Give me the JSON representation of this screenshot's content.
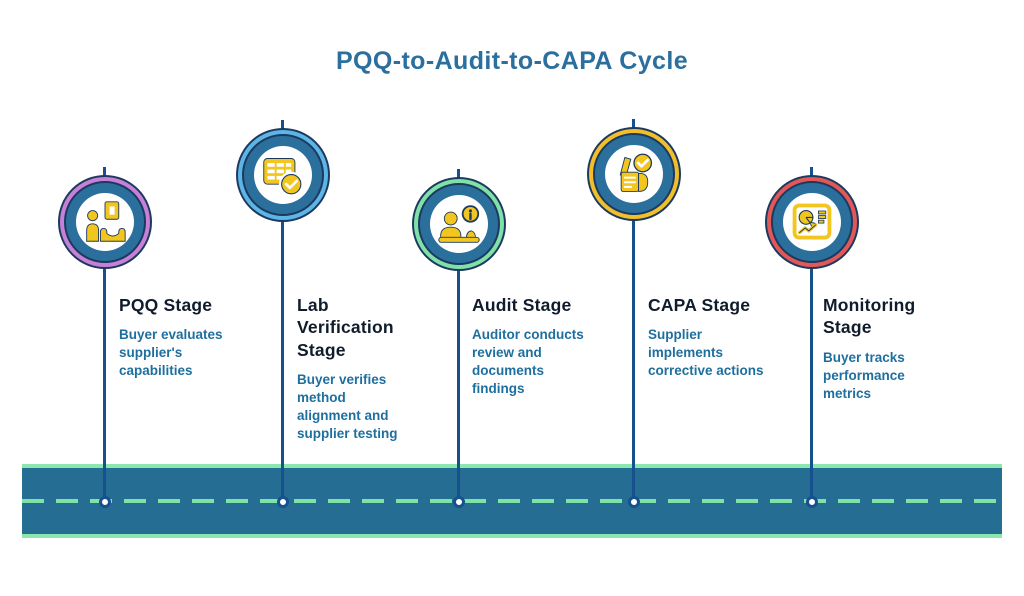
{
  "title": {
    "text": "PQQ-to-Audit-to-CAPA Cycle",
    "color": "#2a6f9e"
  },
  "stages": [
    {
      "name": "pqq",
      "title": "PQQ Stage",
      "description": "Buyer evaluates\nsupplier's\ncapabilities",
      "accent_color": "#c77fd8",
      "icon": "interview-icon"
    },
    {
      "name": "lab-verification",
      "title": "Lab\nVerification\nStage",
      "description": "Buyer verifies\nmethod\nalignment and\nsupplier testing",
      "accent_color": "#5cb5e6",
      "icon": "spreadsheet-check-icon"
    },
    {
      "name": "audit",
      "title": "Audit Stage",
      "description": "Auditor conducts\nreview and\ndocuments\nfindings",
      "accent_color": "#7fe0a8",
      "icon": "auditor-info-icon"
    },
    {
      "name": "capa",
      "title": "CAPA Stage",
      "description": "Supplier\nimplements\ncorrective actions",
      "accent_color": "#f0bf2b",
      "icon": "checklist-hand-icon"
    },
    {
      "name": "monitoring",
      "title": "Monitoring\nStage",
      "description": "Buyer tracks\nperformance\nmetrics",
      "accent_color": "#e25757",
      "icon": "dashboard-icon"
    }
  ],
  "timeline": {
    "style": "road",
    "road_color": "#256d92",
    "edge_color": "#8ce7af",
    "dash_color": "#7fe3a6",
    "connector_color": "#17518d"
  },
  "node_style": {
    "main_ring_color": "#2b6f9d",
    "inner_color": "#ffffff",
    "icon_color": "#f2c51f",
    "icon_detail_color": "#1c3a5e",
    "title_text_color": "#101c2c",
    "description_text_color": "#1e6f9f"
  }
}
